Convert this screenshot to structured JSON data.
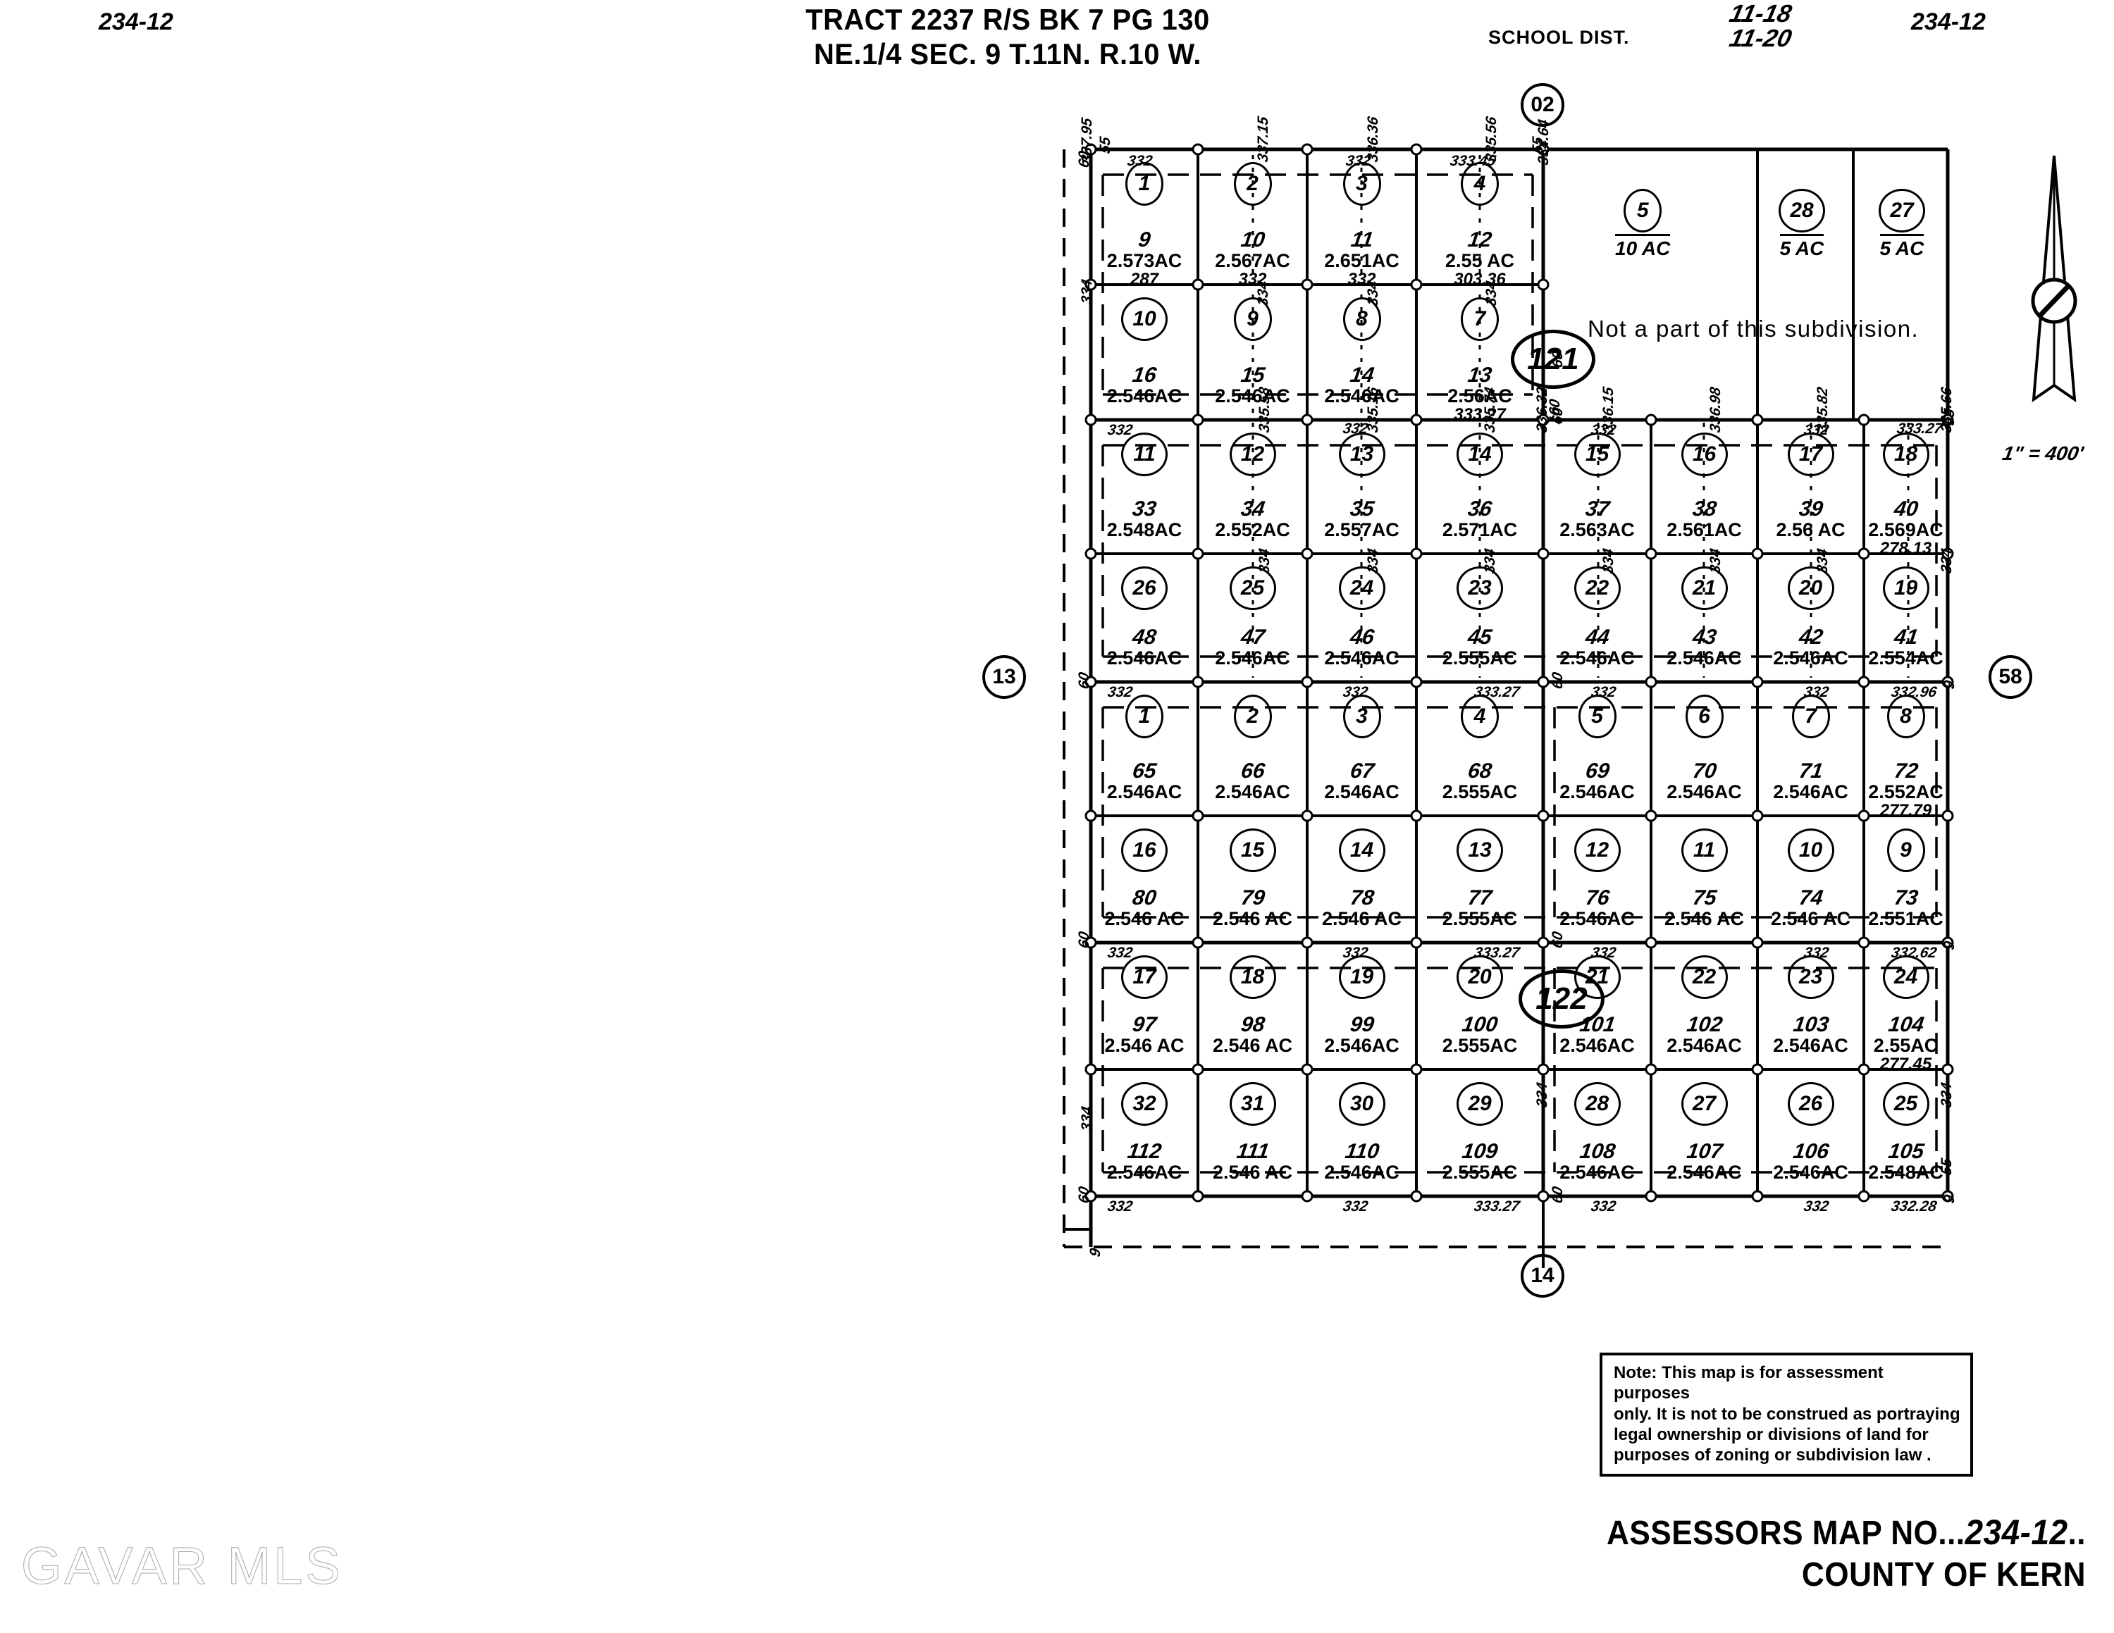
{
  "header": {
    "book_page_left": "234-12",
    "book_page_right": "234-12",
    "title_line1": "TRACT 2237 R/S BK 7 PG 130",
    "title_line2": "NE.1/4 SEC. 9 T.11N. R.10 W.",
    "school_district_label": "SCHOOL DIST.",
    "school_district_value_1": "11-18",
    "school_district_value_2": "11-20"
  },
  "legend": {
    "scale": "1\" = 400'",
    "north_arrow_icon": "north-arrow"
  },
  "section_markers": {
    "top": "02",
    "left": "13",
    "right": "58",
    "bottom": "14"
  },
  "not_a_part_text": "Not a part of this subdivision.",
  "override_annotations": [
    {
      "id": "121",
      "label": "121"
    },
    {
      "id": "122",
      "label": "122"
    }
  ],
  "big_parcels": [
    {
      "lot": "5",
      "acreage": "10 AC"
    },
    {
      "lot": "28",
      "acreage": "5 AC"
    },
    {
      "lot": "27",
      "acreage": "5 AC"
    }
  ],
  "parcels": [
    {
      "row": 1,
      "col": 1,
      "lot": "1",
      "parcel": "9",
      "acreage": "2.573AC",
      "extra": "287"
    },
    {
      "row": 1,
      "col": 2,
      "lot": "2",
      "parcel": "10",
      "acreage": "2.567AC",
      "extra": "332"
    },
    {
      "row": 1,
      "col": 3,
      "lot": "3",
      "parcel": "11",
      "acreage": "2.651AC",
      "extra": "332"
    },
    {
      "row": 1,
      "col": 4,
      "lot": "4",
      "parcel": "12",
      "acreage": "2.55 AC",
      "extra": "303.36"
    },
    {
      "row": 2,
      "col": 1,
      "lot": "10",
      "parcel": "16",
      "acreage": "2.546AC",
      "extra": ""
    },
    {
      "row": 2,
      "col": 2,
      "lot": "9",
      "parcel": "15",
      "acreage": "2.546AC",
      "extra": ""
    },
    {
      "row": 2,
      "col": 3,
      "lot": "8",
      "parcel": "14",
      "acreage": "2.546AC",
      "extra": ""
    },
    {
      "row": 2,
      "col": 4,
      "lot": "7",
      "parcel": "13",
      "acreage": "2.56AC",
      "extra": "333.27"
    },
    {
      "row": 3,
      "col": 1,
      "lot": "11",
      "parcel": "33",
      "acreage": "2.548AC",
      "extra": ""
    },
    {
      "row": 3,
      "col": 2,
      "lot": "12",
      "parcel": "34",
      "acreage": "2.552AC",
      "extra": ""
    },
    {
      "row": 3,
      "col": 3,
      "lot": "13",
      "parcel": "35",
      "acreage": "2.557AC",
      "extra": ""
    },
    {
      "row": 3,
      "col": 4,
      "lot": "14",
      "parcel": "36",
      "acreage": "2.571AC",
      "extra": ""
    },
    {
      "row": 3,
      "col": 5,
      "lot": "15",
      "parcel": "37",
      "acreage": "2.563AC",
      "extra": ""
    },
    {
      "row": 3,
      "col": 6,
      "lot": "16",
      "parcel": "38",
      "acreage": "2.561AC",
      "extra": ""
    },
    {
      "row": 3,
      "col": 7,
      "lot": "17",
      "parcel": "39",
      "acreage": "2.56 AC",
      "extra": ""
    },
    {
      "row": 3,
      "col": 8,
      "lot": "18",
      "parcel": "40",
      "acreage": "2.569AC",
      "extra": "278.13"
    },
    {
      "row": 4,
      "col": 1,
      "lot": "26",
      "parcel": "48",
      "acreage": "2.546AC",
      "extra": ""
    },
    {
      "row": 4,
      "col": 2,
      "lot": "25",
      "parcel": "47",
      "acreage": "2.546AC",
      "extra": ""
    },
    {
      "row": 4,
      "col": 3,
      "lot": "24",
      "parcel": "46",
      "acreage": "2.546AC",
      "extra": ""
    },
    {
      "row": 4,
      "col": 4,
      "lot": "23",
      "parcel": "45",
      "acreage": "2.555AC",
      "extra": ""
    },
    {
      "row": 4,
      "col": 5,
      "lot": "22",
      "parcel": "44",
      "acreage": "2.546AC",
      "extra": ""
    },
    {
      "row": 4,
      "col": 6,
      "lot": "21",
      "parcel": "43",
      "acreage": "2.546AC",
      "extra": ""
    },
    {
      "row": 4,
      "col": 7,
      "lot": "20",
      "parcel": "42",
      "acreage": "2.546AC",
      "extra": ""
    },
    {
      "row": 4,
      "col": 8,
      "lot": "19",
      "parcel": "41",
      "acreage": "2.554AC",
      "extra": ""
    },
    {
      "row": 5,
      "col": 1,
      "lot": "1",
      "parcel": "65",
      "acreage": "2.546AC",
      "extra": ""
    },
    {
      "row": 5,
      "col": 2,
      "lot": "2",
      "parcel": "66",
      "acreage": "2.546AC",
      "extra": ""
    },
    {
      "row": 5,
      "col": 3,
      "lot": "3",
      "parcel": "67",
      "acreage": "2.546AC",
      "extra": ""
    },
    {
      "row": 5,
      "col": 4,
      "lot": "4",
      "parcel": "68",
      "acreage": "2.555AC",
      "extra": ""
    },
    {
      "row": 5,
      "col": 5,
      "lot": "5",
      "parcel": "69",
      "acreage": "2.546AC",
      "extra": ""
    },
    {
      "row": 5,
      "col": 6,
      "lot": "6",
      "parcel": "70",
      "acreage": "2.546AC",
      "extra": ""
    },
    {
      "row": 5,
      "col": 7,
      "lot": "7",
      "parcel": "71",
      "acreage": "2.546AC",
      "extra": ""
    },
    {
      "row": 5,
      "col": 8,
      "lot": "8",
      "parcel": "72",
      "acreage": "2.552AC",
      "extra": "277.79"
    },
    {
      "row": 6,
      "col": 1,
      "lot": "16",
      "parcel": "80",
      "acreage": "2.546 AC",
      "extra": ""
    },
    {
      "row": 6,
      "col": 2,
      "lot": "15",
      "parcel": "79",
      "acreage": "2.546 AC",
      "extra": ""
    },
    {
      "row": 6,
      "col": 3,
      "lot": "14",
      "parcel": "78",
      "acreage": "2.546 AC",
      "extra": ""
    },
    {
      "row": 6,
      "col": 4,
      "lot": "13",
      "parcel": "77",
      "acreage": "2.555AC",
      "extra": ""
    },
    {
      "row": 6,
      "col": 5,
      "lot": "12",
      "parcel": "76",
      "acreage": "2.546AC",
      "extra": ""
    },
    {
      "row": 6,
      "col": 6,
      "lot": "11",
      "parcel": "75",
      "acreage": "2.546 AC",
      "extra": ""
    },
    {
      "row": 6,
      "col": 7,
      "lot": "10",
      "parcel": "74",
      "acreage": "2.546 AC",
      "extra": ""
    },
    {
      "row": 6,
      "col": 8,
      "lot": "9",
      "parcel": "73",
      "acreage": "2.551AC",
      "extra": ""
    },
    {
      "row": 7,
      "col": 1,
      "lot": "17",
      "parcel": "97",
      "acreage": "2.546 AC",
      "extra": ""
    },
    {
      "row": 7,
      "col": 2,
      "lot": "18",
      "parcel": "98",
      "acreage": "2.546 AC",
      "extra": ""
    },
    {
      "row": 7,
      "col": 3,
      "lot": "19",
      "parcel": "99",
      "acreage": "2.546AC",
      "extra": ""
    },
    {
      "row": 7,
      "col": 4,
      "lot": "20",
      "parcel": "100",
      "acreage": "2.555AC",
      "extra": ""
    },
    {
      "row": 7,
      "col": 5,
      "lot": "21",
      "parcel": "101",
      "acreage": "2.546AC",
      "extra": ""
    },
    {
      "row": 7,
      "col": 6,
      "lot": "22",
      "parcel": "102",
      "acreage": "2.546AC",
      "extra": ""
    },
    {
      "row": 7,
      "col": 7,
      "lot": "23",
      "parcel": "103",
      "acreage": "2.546AC",
      "extra": ""
    },
    {
      "row": 7,
      "col": 8,
      "lot": "24",
      "parcel": "104",
      "acreage": "2.55AC",
      "extra": "277.45"
    },
    {
      "row": 8,
      "col": 1,
      "lot": "32",
      "parcel": "112",
      "acreage": "2.546AC",
      "extra": ""
    },
    {
      "row": 8,
      "col": 2,
      "lot": "31",
      "parcel": "111",
      "acreage": "2.546 AC",
      "extra": ""
    },
    {
      "row": 8,
      "col": 3,
      "lot": "30",
      "parcel": "110",
      "acreage": "2.546AC",
      "extra": ""
    },
    {
      "row": 8,
      "col": 4,
      "lot": "29",
      "parcel": "109",
      "acreage": "2.555AC",
      "extra": ""
    },
    {
      "row": 8,
      "col": 5,
      "lot": "28",
      "parcel": "108",
      "acreage": "2.546AC",
      "extra": ""
    },
    {
      "row": 8,
      "col": 6,
      "lot": "27",
      "parcel": "107",
      "acreage": "2.546AC",
      "extra": ""
    },
    {
      "row": 8,
      "col": 7,
      "lot": "26",
      "parcel": "106",
      "acreage": "2.546AC",
      "extra": ""
    },
    {
      "row": 8,
      "col": 8,
      "lot": "25",
      "parcel": "105",
      "acreage": "2.548AC",
      "extra": ""
    }
  ],
  "dimensions": {
    "top_row": [
      "332",
      "332",
      "333.45"
    ],
    "left_column": [
      "60",
      "337.95",
      "334",
      "332"
    ],
    "vertical_row1": [
      "337.15",
      "336.36",
      "335.56",
      "334.64"
    ],
    "vertical_row3": [
      "335.58",
      "335.16",
      "335.74",
      "336.32",
      "336.15",
      "336.98",
      "335.82",
      "335.66"
    ],
    "vertical_334": "334",
    "bottom_row": [
      "332",
      "332",
      "333.27",
      "332",
      "332",
      "332.28"
    ],
    "corner_55": "55",
    "corner_60": "60",
    "corner_9": "9",
    "bottom_335": "332.96",
    "row6_bottom": [
      "332",
      "332",
      "333.27",
      "332",
      "332",
      "332.62"
    ]
  },
  "note": {
    "line1": "Note: This map is for assessment purposes",
    "line2": "only. It is not to be construed as portraying",
    "line3": "legal ownership or divisions of land for",
    "line4": "purposes of zoning or subdivision law ."
  },
  "footer": {
    "map_no_label": "ASSESSORS MAP NO.",
    "map_no_dots": "..",
    "map_no_value": "234-12",
    "map_no_trail": "..",
    "county": "COUNTY OF KERN"
  },
  "watermark": "GAVAR MLS"
}
